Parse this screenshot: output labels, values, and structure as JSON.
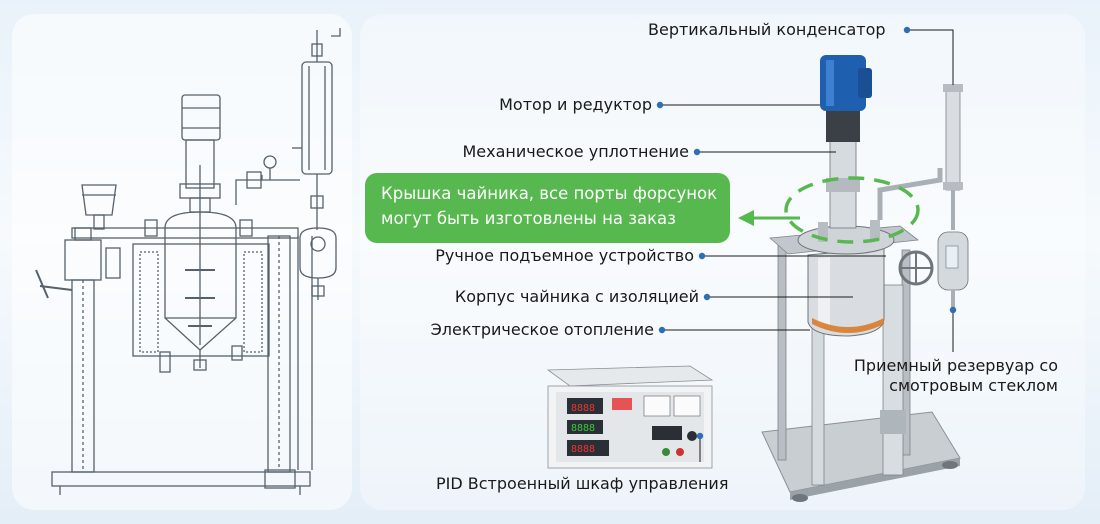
{
  "labels": {
    "condenser": "Вертикальный конденсатор",
    "motor": "Мотор и редуктор",
    "seal": "Механическое уплотнение",
    "lifting": "Ручное подъемное устройство",
    "body": "Корпус чайника с изоляцией",
    "heating": "Электрическое отопление",
    "receiver_line1": "Приемный резервуар со",
    "receiver_line2": "смотровым стеклом",
    "control": "PID Встроенный шкаф управления"
  },
  "callout": {
    "line1": "Крышка чайника, все порты форсунок",
    "line2": "могут быть изготовлены на заказ"
  },
  "colors": {
    "accent_green": "#58b850",
    "leader_dot": "#2d6fb5",
    "drawing_line": "#5a6570",
    "motor_blue": "#1f5fb0"
  }
}
